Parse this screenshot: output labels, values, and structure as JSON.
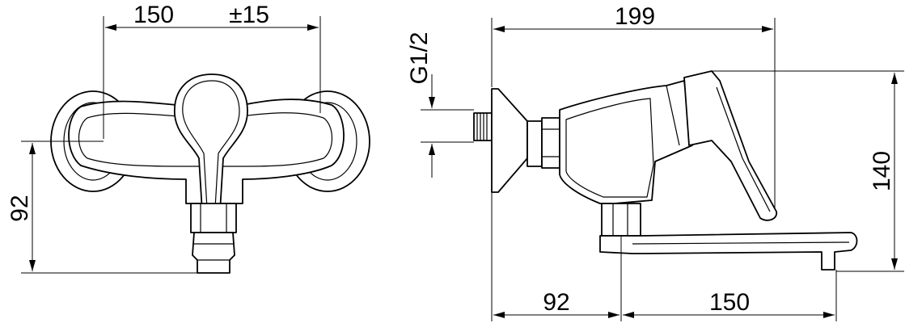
{
  "front_view": {
    "width_value": "150",
    "width_tolerance": "±15",
    "height_value": "92"
  },
  "side_view": {
    "thread_label": "G1/2",
    "depth_total": "199",
    "height_total": "140",
    "wall_to_spout": "92",
    "spout_length": "150"
  }
}
